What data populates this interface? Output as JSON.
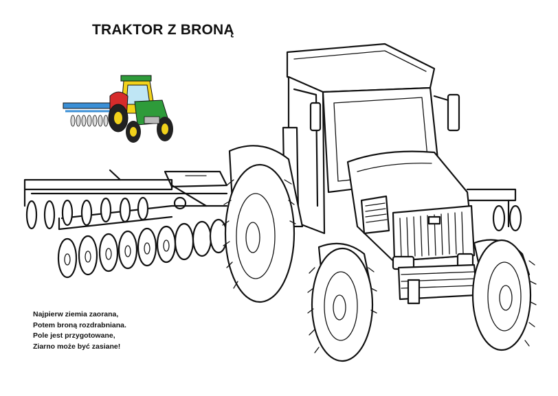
{
  "page": {
    "title": "TRAKTOR Z BRONĄ",
    "poem": [
      "Najpierw ziemia zaorana,",
      "Potem broną rozdrabniana.",
      "Pole jest przygotowane,",
      "Ziarno może być zasiane!"
    ]
  },
  "colors": {
    "tractor_body": "#2e9b3a",
    "tractor_cab": "#f2d21b",
    "tractor_fender": "#d62b2b",
    "harrow": "#3a8fd6",
    "outline": "#111111"
  }
}
